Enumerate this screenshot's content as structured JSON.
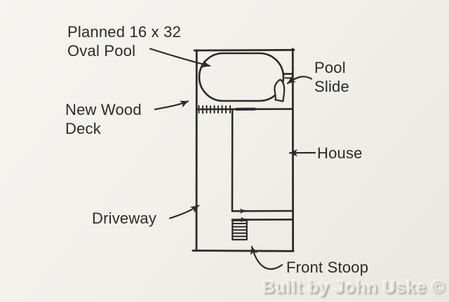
{
  "colors": {
    "ink": "#2b2b2b",
    "paper": "#f1efea",
    "paper_hi": "#f7f5f1",
    "paper_lo": "#e9e7e1",
    "watermark": "#e8e6e2",
    "watermark_shadow": "#a7a5a0"
  },
  "labels": {
    "planned_pool": {
      "line1": "Planned 16 x 32",
      "line2": "Oval Pool"
    },
    "new_wood_deck": {
      "line1": "New Wood",
      "line2": "Deck"
    },
    "pool_slide": {
      "line1": "Pool",
      "line2": "Slide"
    },
    "house": {
      "text": "House"
    },
    "driveway": {
      "text": "Driveway"
    },
    "front_stoop": {
      "text": "Front Stoop"
    }
  },
  "watermark": {
    "text": "Built by John Uske ©"
  }
}
